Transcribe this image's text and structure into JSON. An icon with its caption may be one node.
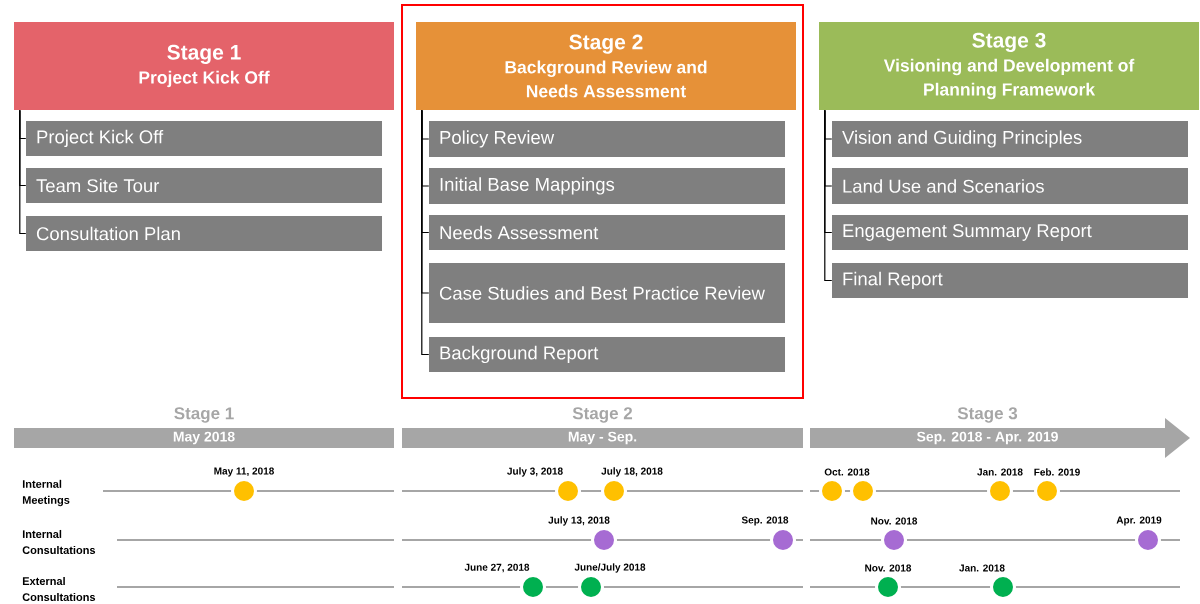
{
  "diagram": {
    "nodes": [
      {
        "text": [
          "Stage 1",
          "Project Kick Off"
        ]
      },
      {
        "text": [
          "Project Kick Off"
        ]
      },
      {
        "text": [
          "Team Site Tour"
        ]
      },
      {
        "text": [
          "Consultation Plan"
        ]
      },
      {
        "text": [
          "Stage 2",
          "Background Review and Needs Assessment"
        ]
      },
      {
        "text": [
          "Policy Review"
        ]
      },
      {
        "text": [
          "Initial Base Mappings"
        ]
      },
      {
        "text": [
          "Needs Assessment"
        ]
      },
      {
        "text": [
          "Case Studies and Best Practice Review"
        ]
      },
      {
        "text": [
          "Background Report"
        ]
      },
      {
        "text": [
          "Stage 3",
          "Visioning and Development of Planning Framework"
        ]
      },
      {
        "text": [
          "Vision and Guiding Principles"
        ]
      },
      {
        "text": [
          "Land Use and Scenarios"
        ]
      },
      {
        "text": [
          "Engagement Summary Report"
        ]
      },
      {
        "text": [
          "Final Report"
        ]
      },
      {
        "text": [
          "Stage 1",
          "May 2018"
        ]
      },
      {
        "text": [
          "Stage 2",
          "May - Sep."
        ]
      },
      {
        "text": [
          "Stage 3",
          "Sep. 2018 - Apr. 2019"
        ]
      }
    ],
    "edges": [
      {
        "from": 0,
        "to": 1,
        "arrow": "none"
      },
      {
        "from": 0,
        "to": 2,
        "arrow": "none"
      },
      {
        "from": 0,
        "to": 3,
        "arrow": "none"
      },
      {
        "from": 4,
        "to": 5,
        "arrow": "none"
      },
      {
        "from": 4,
        "to": 6,
        "arrow": "none"
      },
      {
        "from": 4,
        "to": 7,
        "arrow": "none"
      },
      {
        "from": 4,
        "to": 8,
        "arrow": "none"
      },
      {
        "from": 4,
        "to": 9,
        "arrow": "none"
      },
      {
        "from": 10,
        "to": 11,
        "arrow": "none"
      },
      {
        "from": 10,
        "to": 12,
        "arrow": "none"
      },
      {
        "from": 10,
        "to": 13,
        "arrow": "none"
      },
      {
        "from": 10,
        "to": 14,
        "arrow": "none"
      }
    ],
    "labels": [
      "May 11, 2018",
      "July 3, 2018",
      "July 18, 2018",
      "Oct. 2018",
      "Jan. 2018",
      "Feb. 2019",
      "Internal Meetings",
      "July 13, 2018",
      "Sep. 2018",
      "Nov. 2018",
      "Apr. 2019",
      "Internal Consultations",
      "June 27, 2018",
      "June/July 2018",
      "Nov. 2018",
      "Jan. 2018",
      "External Consultations"
    ]
  }
}
